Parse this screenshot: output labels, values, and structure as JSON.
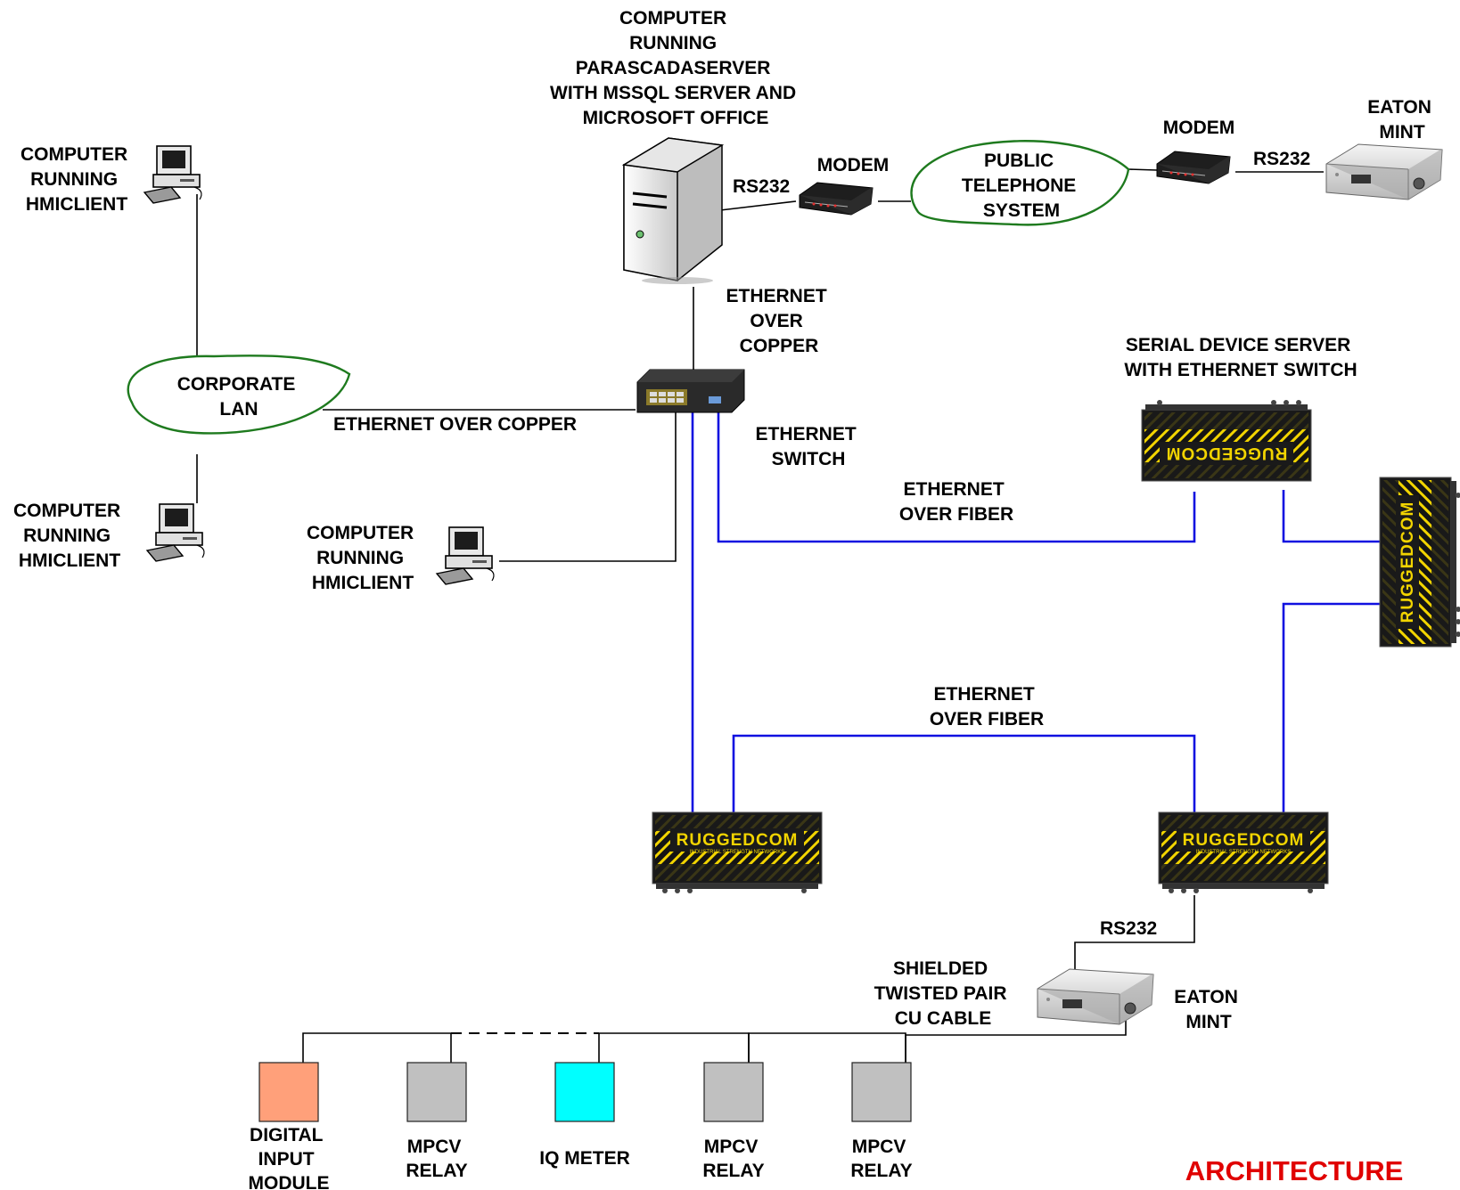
{
  "labels": {
    "server": [
      "COMPUTER",
      "RUNNING",
      "PARASCADASERVER",
      "WITH MSSQL SERVER AND",
      "MICROSOFT OFFICE"
    ],
    "hmi_top_left": [
      "COMPUTER",
      "RUNNING",
      "HMICLIENT"
    ],
    "hmi_bottom_left": [
      "COMPUTER",
      "RUNNING",
      "HMICLIENT"
    ],
    "hmi_center": [
      "COMPUTER",
      "RUNNING",
      "HMICLIENT"
    ],
    "rs232_server": "RS232",
    "modem_left": "MODEM",
    "modem_right": "MODEM",
    "rs232_mint_top": "RS232",
    "eaton_mint_top": [
      "EATON",
      "MINT"
    ],
    "telephone": [
      "PUBLIC",
      "TELEPHONE",
      "SYSTEM"
    ],
    "corporate_lan": [
      "CORPORATE",
      "LAN"
    ],
    "ethernet_over_copper_vertical": [
      "ETHERNET",
      "OVER",
      "COPPER"
    ],
    "ethernet_over_copper_horizontal": "ETHERNET OVER COPPER",
    "ethernet_switch": [
      "ETHERNET",
      "SWITCH"
    ],
    "serial_device_server": [
      "SERIAL DEVICE SERVER",
      "WITH ETHERNET SWITCH"
    ],
    "ethernet_over_fiber_upper": [
      "ETHERNET",
      "OVER FIBER"
    ],
    "ethernet_over_fiber_lower": [
      "ETHERNET",
      "OVER FIBER"
    ],
    "rs232_lower": "RS232",
    "shielded_cable": [
      "SHIELDED",
      "TWISTED PAIR",
      "CU CABLE"
    ],
    "eaton_mint_bottom": [
      "EATON",
      "MINT"
    ],
    "digital_input_module": [
      "DIGITAL",
      "INPUT",
      "MODULE"
    ],
    "mpcv_relay_1": [
      "MPCV",
      "RELAY"
    ],
    "iq_meter": "IQ METER",
    "mpcv_relay_2": [
      "MPCV",
      "RELAY"
    ],
    "mpcv_relay_3": [
      "MPCV",
      "RELAY"
    ],
    "architecture_title": "ARCHITECTURE"
  },
  "devices": {
    "ruggedcom_brand": "RUGGEDCOM",
    "ruggedcom_tagline": "INDUSTRIAL STRENGTH NETWORKS"
  },
  "colors": {
    "fiber_line": "#1010e0",
    "cloud_outline": "#1e7a1e",
    "title_color": "#e00000",
    "digital_input_module_fill": "#ffa07a",
    "mpcv_relay_fill": "#c0c0c0",
    "iq_meter_fill": "#00ffff",
    "ruggedcom_yellow": "#f2d400"
  }
}
